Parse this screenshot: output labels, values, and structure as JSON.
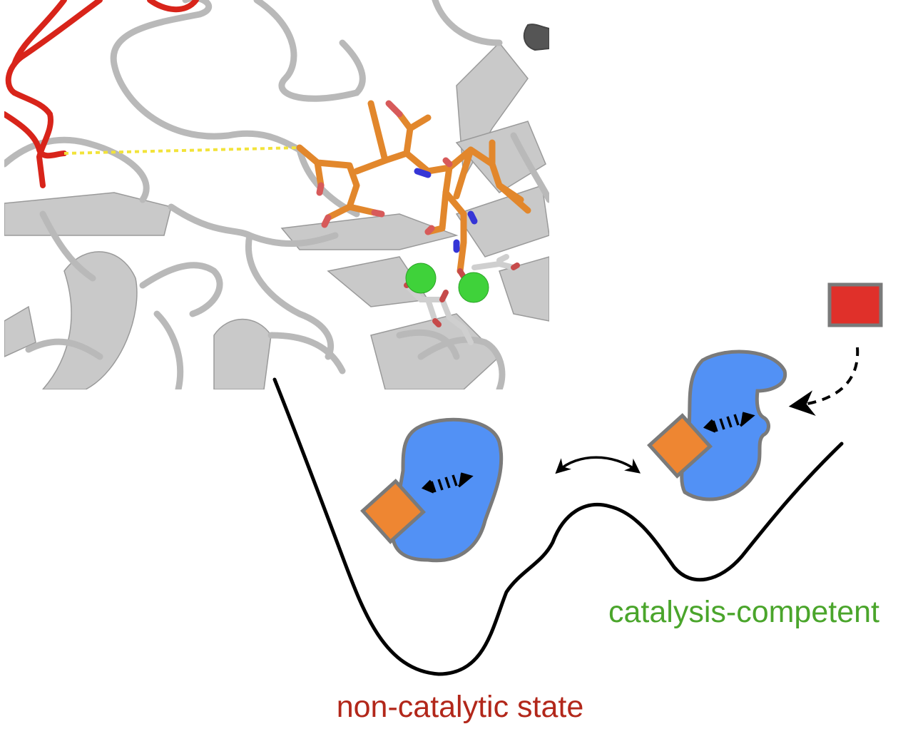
{
  "labels": {
    "non_catalytic": "non-catalytic state",
    "catalysis_competent": "catalysis-competent"
  },
  "colors": {
    "non_catalytic": "#b2271a",
    "catalysis_competent": "#4aa52b",
    "protein_blob": "#5291f5",
    "blob_outline": "#7a7a7a",
    "inhibitor": "#ee8632",
    "substrate": "#e0302a",
    "ion": "#3fd23a",
    "ligand": "#e2872c",
    "red_loop": "#d8241a",
    "hbond": "#f2e33a",
    "energy_curve": "#000000"
  },
  "icons": {
    "structure": "protein-structure-render",
    "blob": "enzyme-shape",
    "inhibitor": "inhibitor-square",
    "substrate": "substrate-square",
    "exchange": "double-headed-arrow",
    "binding": "dashed-arrow"
  }
}
